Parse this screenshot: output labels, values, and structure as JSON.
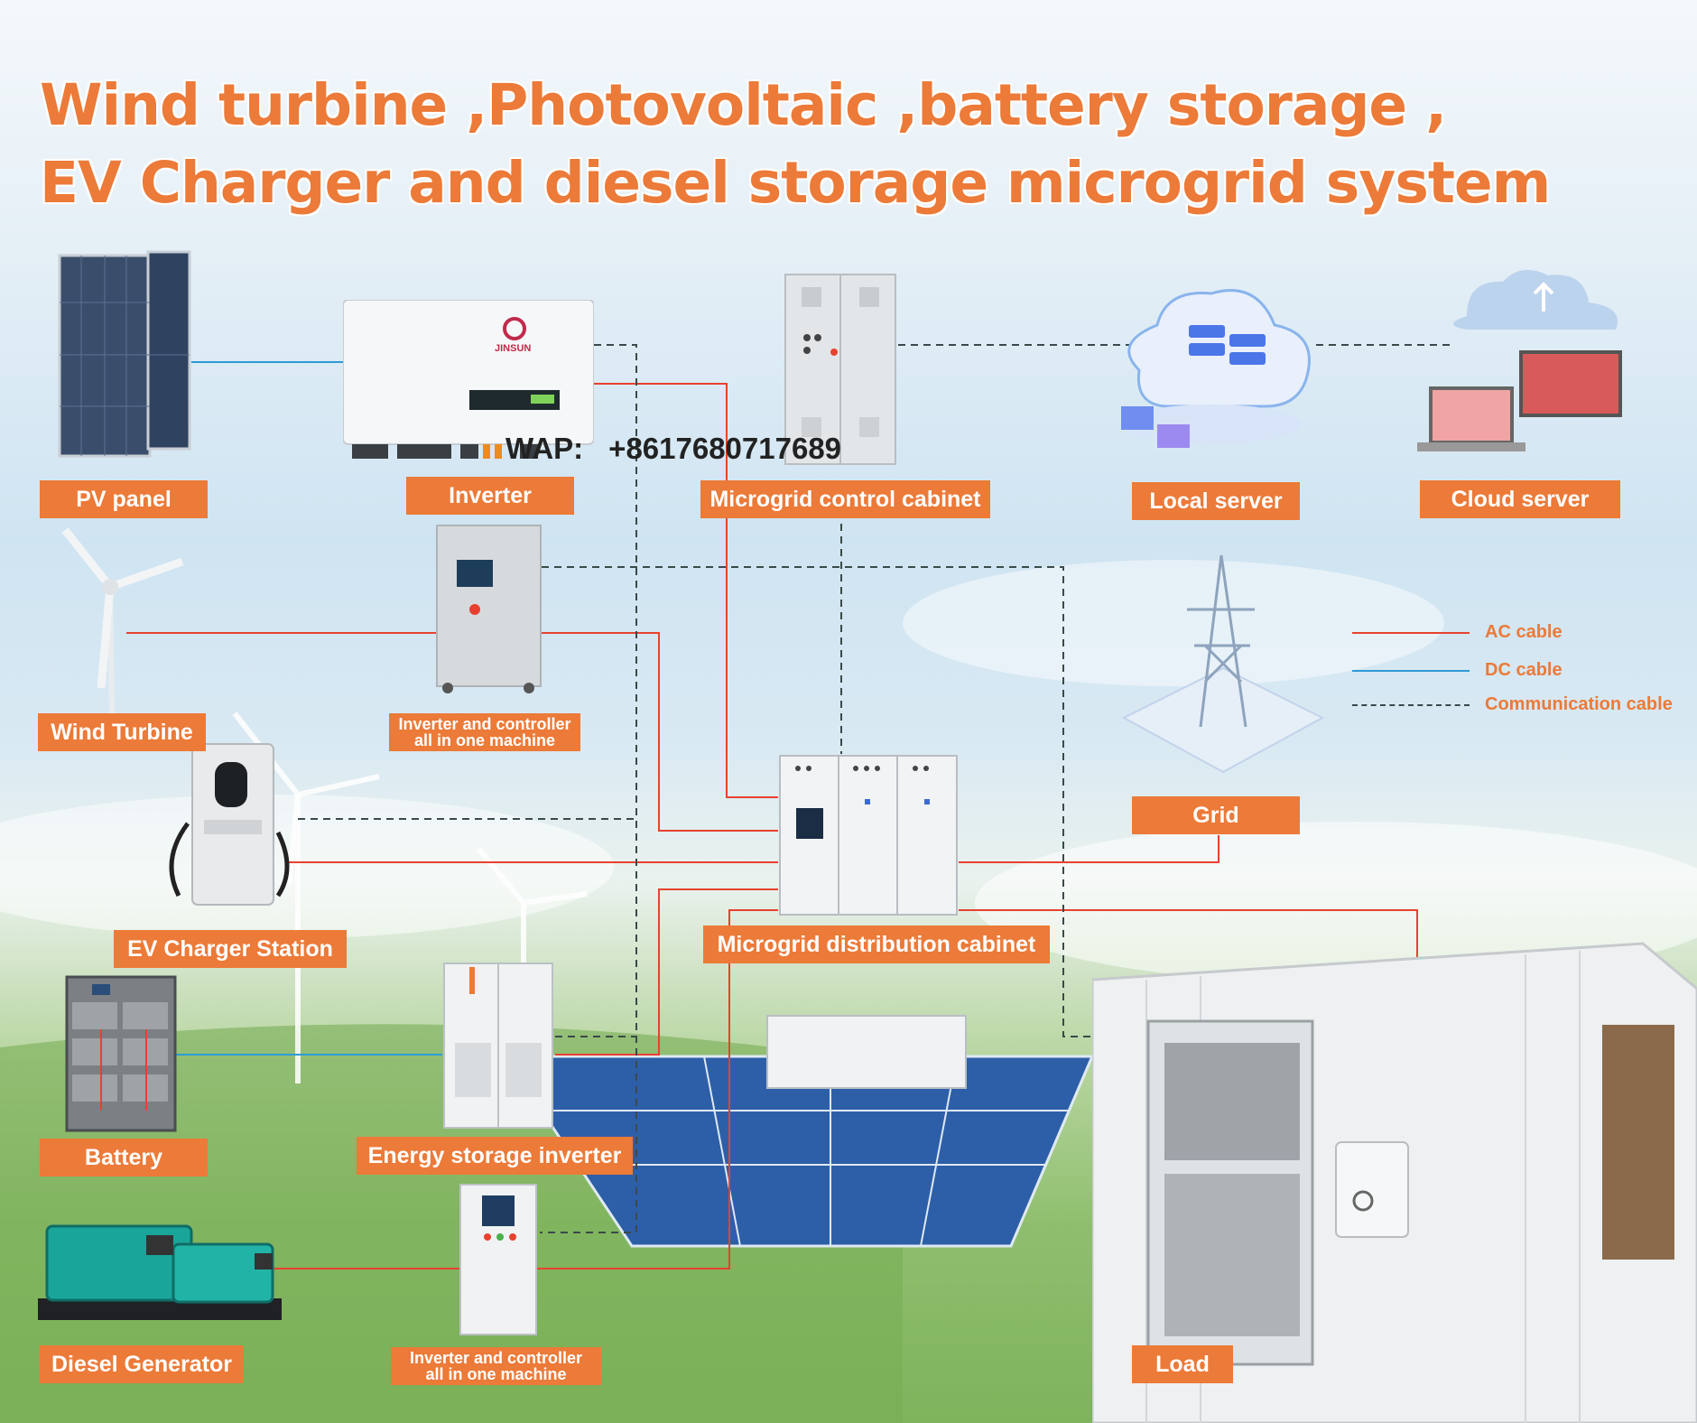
{
  "title": {
    "line1": "Wind turbine ,Photovoltaic ,battery storage ,",
    "line2": "EV Charger and diesel storage microgrid system"
  },
  "labels": {
    "pv_panel": "PV panel",
    "inverter": "Inverter",
    "control_cabinet": "Microgrid control cabinet",
    "local_server": "Local server",
    "cloud_server": "Cloud server",
    "wind_turbine": "Wind Turbine",
    "inverter_controller_1": [
      "Inverter and controller",
      "all in one machine"
    ],
    "grid": "Grid",
    "ev_charger": "EV Charger Station",
    "distribution_cabinet": "Microgrid distribution cabinet",
    "battery": "Battery",
    "energy_storage_inverter": "Energy storage inverter",
    "diesel_generator": "Diesel Generator",
    "inverter_controller_2": [
      "Inverter and controller",
      "all in one machine"
    ],
    "load": "Load"
  },
  "legend": {
    "ac": "AC cable",
    "dc": "DC cable",
    "comm": "Communication cable"
  },
  "colors": {
    "ac_cable": "#e8412f",
    "dc_cable": "#2f9ad6",
    "comm_cable": "#3a4a4a",
    "accent": "#ec7a38"
  },
  "contact": {
    "prefix": "WAP:",
    "phone": "+8617680717689"
  },
  "brand": {
    "inverter_logo": "JINSUN"
  }
}
